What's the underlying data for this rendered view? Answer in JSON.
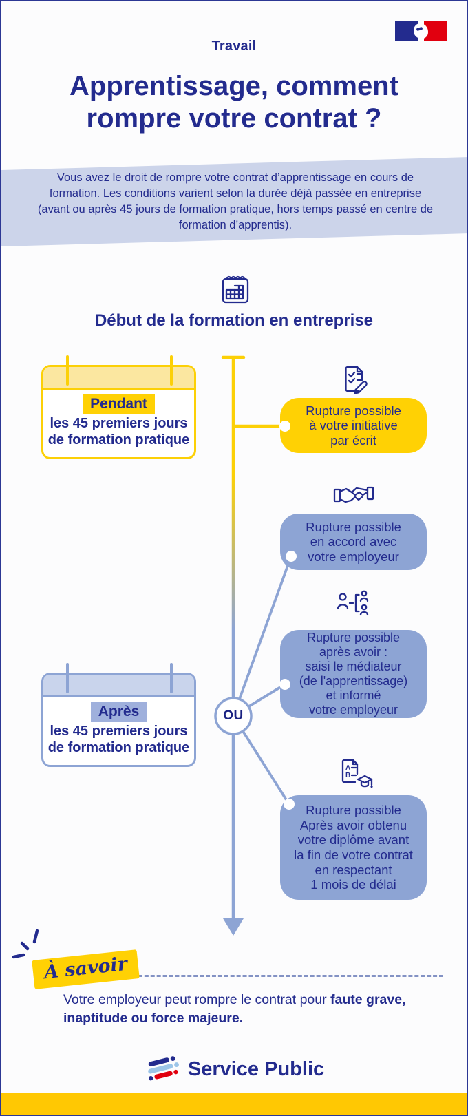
{
  "header": {
    "category": "Travail",
    "title_lines": [
      "Apprentissage, comment",
      "rompre votre contrat ?"
    ],
    "flag_icon": "french-government-flag",
    "flag_colors": {
      "blue": "#232b8e",
      "red": "#e1000f"
    }
  },
  "intro": {
    "text": "Vous avez le droit de rompre votre contrat d’apprentissage en cours de formation. Les conditions varient selon la durée déjà passée en entreprise (avant ou après 45 jours de formation pratique, hors temps passé en centre de formation d’apprentis)."
  },
  "diagram": {
    "icon": "calendar-icon",
    "heading": "Début de la formation en entreprise",
    "or_label": "OU",
    "cards": [
      {
        "theme": "yellow",
        "tag": "Pendant",
        "lines": [
          "les 45 premiers jours",
          "de formation pratique"
        ]
      },
      {
        "theme": "blue",
        "tag": "Après",
        "lines": [
          "les 45 premiers jours",
          "de formation pratique"
        ]
      }
    ],
    "bubbles": [
      {
        "theme": "yellow",
        "icon": "document-check-pencil-icon",
        "lines": [
          "Rupture possible",
          "à votre initiative",
          "par écrit"
        ]
      },
      {
        "theme": "blue",
        "icon": "handshake-icon",
        "lines": [
          "Rupture possible",
          "en accord avec",
          "votre employeur"
        ]
      },
      {
        "theme": "blue",
        "icon": "mediator-people-icon",
        "lines": [
          "Rupture possible",
          "après avoir :",
          "saisi le médiateur",
          "(de l'apprentissage)",
          "et informé",
          "votre employeur"
        ]
      },
      {
        "theme": "blue",
        "icon": "diploma-document-icon",
        "lines": [
          "Rupture possible",
          "Après avoir obtenu",
          "votre diplôme avant",
          "la fin de votre contrat",
          "en respectant",
          "1 mois de délai"
        ]
      }
    ]
  },
  "note": {
    "badge": "À savoir",
    "text_before": "Votre employeur peut rompre le contrat pour ",
    "text_bold": "faute grave, inaptitude ou force majeure",
    "text_after": "."
  },
  "footer": {
    "brand": "Service Public",
    "logo_icon": "service-public-stripes-icon"
  },
  "colors": {
    "ink": "#232b8e",
    "yellow": "#ffd104",
    "yellow_border": "#fcd006",
    "yellow_header": "#fbe7a0",
    "blue_bubble": "#8da4d4",
    "blue_header": "#c9d4ec",
    "blue_highlight": "#9fb0dc",
    "intro_band": "#ccd4ea",
    "bottom_band": "#ffc803",
    "red": "#e1000f",
    "logo_light_blue": "#9cc5e8",
    "dashed_line": "#8392c4"
  }
}
